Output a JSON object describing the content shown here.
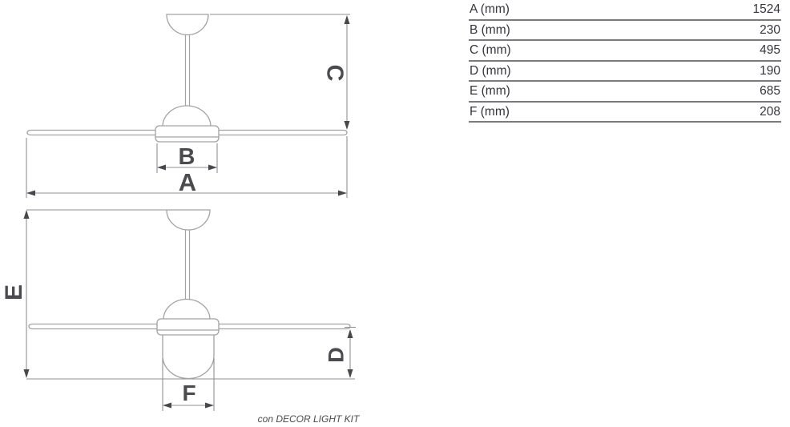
{
  "diagram": {
    "labels": {
      "a": "A",
      "b": "B",
      "c": "C",
      "d": "D",
      "e": "E",
      "f": "F"
    },
    "caption": "con DECOR LIGHT KIT"
  },
  "table": {
    "rows": [
      {
        "label": "A (mm)",
        "value": "1524"
      },
      {
        "label": "B (mm)",
        "value": "230"
      },
      {
        "label": "C (mm)",
        "value": "495"
      },
      {
        "label": "D (mm)",
        "value": "190"
      },
      {
        "label": "E (mm)",
        "value": "685"
      },
      {
        "label": "F (mm)",
        "value": "208"
      }
    ]
  },
  "colors": {
    "fan_outline": "#a2a2a6",
    "dimension_line": "#8f8f93",
    "label_text": "#4a4a4f",
    "table_rule": "#7b7b7e",
    "table_text": "#35353d"
  }
}
